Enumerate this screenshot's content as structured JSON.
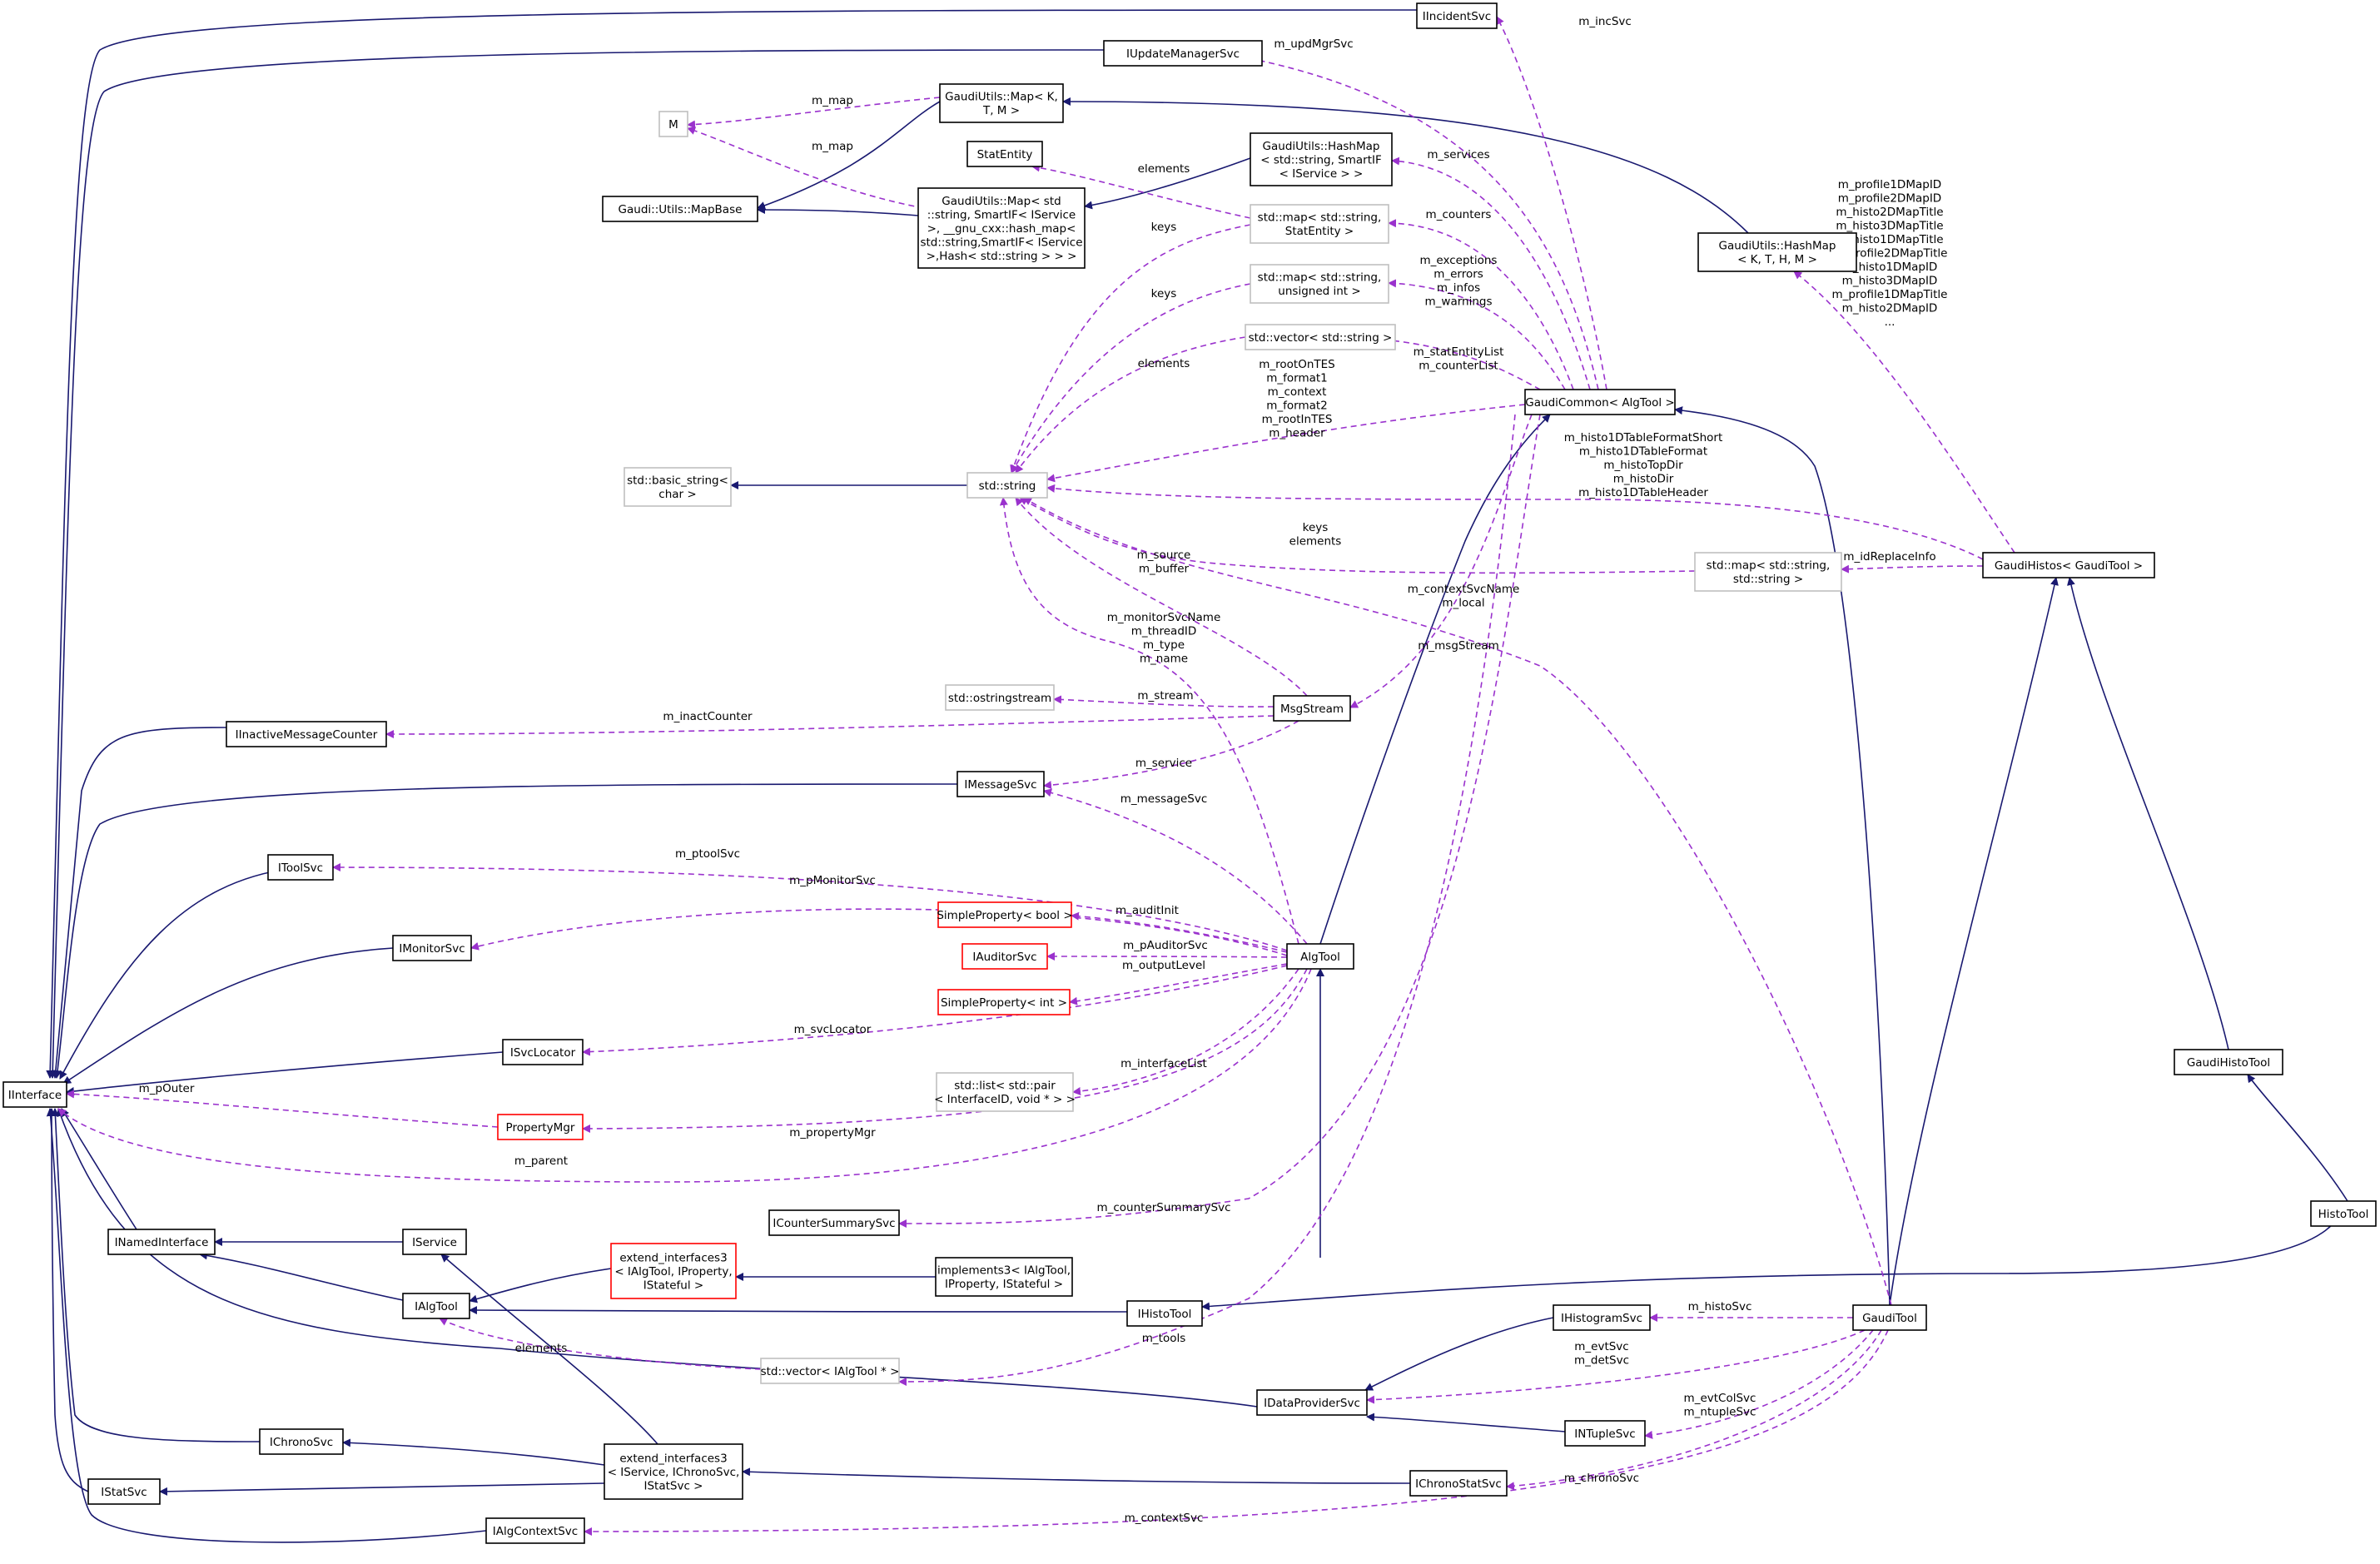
{
  "colors": {
    "inheritance_edge": "#191970",
    "usage_edge": "#9a32cd",
    "normal_border": "#000000",
    "external_border": "#bfbfbf",
    "truncated_border": "#ff0000",
    "highlight_fill": "#bfbfbf"
  },
  "nodes": [
    {
      "id": "IIncidentSvc",
      "lines": [
        "IIncidentSvc"
      ],
      "style": "normal"
    },
    {
      "id": "IUpdateManagerSvc",
      "lines": [
        "IUpdateManagerSvc"
      ],
      "style": "normal"
    },
    {
      "id": "M",
      "lines": [
        "M"
      ],
      "style": "external"
    },
    {
      "id": "MapKTM",
      "lines": [
        "GaudiUtils::Map< K,",
        "T, M >"
      ],
      "style": "normal"
    },
    {
      "id": "MapBase",
      "lines": [
        "Gaudi::Utils::MapBase"
      ],
      "style": "normal"
    },
    {
      "id": "MapStd",
      "lines": [
        "GaudiUtils::Map< std",
        "::string, SmartIF< IService",
        ">, __gnu_cxx::hash_map<",
        "std::string,SmartIF< IService",
        ">,Hash< std::string > > >"
      ],
      "style": "normal"
    },
    {
      "id": "StatEntity",
      "lines": [
        "StatEntity"
      ],
      "style": "normal"
    },
    {
      "id": "HashMapSvc",
      "lines": [
        "GaudiUtils::HashMap",
        "< std::string, SmartIF",
        "< IService > >"
      ],
      "style": "normal"
    },
    {
      "id": "MapStatEntity",
      "lines": [
        "std::map< std::string,",
        "StatEntity >"
      ],
      "style": "external"
    },
    {
      "id": "MapUInt",
      "lines": [
        "std::map< std::string,",
        "unsigned int >"
      ],
      "style": "external"
    },
    {
      "id": "VecString",
      "lines": [
        "std::vector< std::string >"
      ],
      "style": "external"
    },
    {
      "id": "HashMapKTHM",
      "lines": [
        "GaudiUtils::HashMap",
        "< K, T, H, M >"
      ],
      "style": "normal"
    },
    {
      "id": "GaudiCommon",
      "lines": [
        "GaudiCommon< AlgTool >"
      ],
      "style": "normal"
    },
    {
      "id": "BasicString",
      "lines": [
        "std::basic_string<",
        "char >"
      ],
      "style": "external"
    },
    {
      "id": "StdString",
      "lines": [
        "std::string"
      ],
      "style": "external"
    },
    {
      "id": "MapStringString",
      "lines": [
        "std::map< std::string,",
        "std::string >"
      ],
      "style": "external"
    },
    {
      "id": "GaudiHistos",
      "lines": [
        "GaudiHistos< GaudiTool >"
      ],
      "style": "normal"
    },
    {
      "id": "OStringStream",
      "lines": [
        "std::ostringstream"
      ],
      "style": "external"
    },
    {
      "id": "MsgStream",
      "lines": [
        "MsgStream"
      ],
      "style": "normal"
    },
    {
      "id": "IInactiveMessageCounter",
      "lines": [
        "IInactiveMessageCounter"
      ],
      "style": "normal"
    },
    {
      "id": "IMessageSvc",
      "lines": [
        "IMessageSvc"
      ],
      "style": "normal"
    },
    {
      "id": "IToolSvc",
      "lines": [
        "IToolSvc"
      ],
      "style": "normal"
    },
    {
      "id": "SimplePropertyBool",
      "lines": [
        "SimpleProperty< bool >"
      ],
      "style": "truncated"
    },
    {
      "id": "IMonitorSvc",
      "lines": [
        "IMonitorSvc"
      ],
      "style": "normal"
    },
    {
      "id": "IAuditorSvc",
      "lines": [
        "IAuditorSvc"
      ],
      "style": "truncated"
    },
    {
      "id": "AlgTool",
      "lines": [
        "AlgTool"
      ],
      "style": "normal"
    },
    {
      "id": "SimplePropertyInt",
      "lines": [
        "SimpleProperty< int >"
      ],
      "style": "truncated"
    },
    {
      "id": "ISvcLocator",
      "lines": [
        "ISvcLocator"
      ],
      "style": "normal"
    },
    {
      "id": "GaudiHistoTool",
      "lines": [
        "GaudiHistoTool"
      ],
      "style": "normal"
    },
    {
      "id": "ListPair",
      "lines": [
        "std::list< std::pair",
        "< InterfaceID, void * > >"
      ],
      "style": "external"
    },
    {
      "id": "IInterface",
      "lines": [
        "IInterface"
      ],
      "style": "normal"
    },
    {
      "id": "PropertyMgr",
      "lines": [
        "PropertyMgr"
      ],
      "style": "truncated"
    },
    {
      "id": "HistoTool",
      "lines": [
        "HistoTool"
      ],
      "style": "highlight"
    },
    {
      "id": "ICounterSummarySvc",
      "lines": [
        "ICounterSummarySvc"
      ],
      "style": "normal"
    },
    {
      "id": "INamedInterface",
      "lines": [
        "INamedInterface"
      ],
      "style": "normal"
    },
    {
      "id": "IService",
      "lines": [
        "IService"
      ],
      "style": "normal"
    },
    {
      "id": "ExtendInterfaces3A",
      "lines": [
        "extend_interfaces3",
        "< IAlgTool, IProperty,",
        "IStateful >"
      ],
      "style": "truncated"
    },
    {
      "id": "Implements3",
      "lines": [
        "implements3< IAlgTool,",
        "IProperty, IStateful >"
      ],
      "style": "normal"
    },
    {
      "id": "IAlgTool",
      "lines": [
        "IAlgTool"
      ],
      "style": "normal"
    },
    {
      "id": "IHistoTool",
      "lines": [
        "IHistoTool"
      ],
      "style": "normal"
    },
    {
      "id": "IHistogramSvc",
      "lines": [
        "IHistogramSvc"
      ],
      "style": "normal"
    },
    {
      "id": "GaudiTool",
      "lines": [
        "GaudiTool"
      ],
      "style": "normal"
    },
    {
      "id": "VecAlgTool",
      "lines": [
        "std::vector< IAlgTool * >"
      ],
      "style": "external"
    },
    {
      "id": "IDataProviderSvc",
      "lines": [
        "IDataProviderSvc"
      ],
      "style": "normal"
    },
    {
      "id": "INTupleSvc",
      "lines": [
        "INTupleSvc"
      ],
      "style": "normal"
    },
    {
      "id": "IChronoSvc",
      "lines": [
        "IChronoSvc"
      ],
      "style": "normal"
    },
    {
      "id": "ExtendInterfaces3B",
      "lines": [
        "extend_interfaces3",
        "< IService, IChronoSvc,",
        "IStatSvc >"
      ],
      "style": "normal"
    },
    {
      "id": "IChronoStatSvc",
      "lines": [
        "IChronoStatSvc"
      ],
      "style": "normal"
    },
    {
      "id": "IStatSvc",
      "lines": [
        "IStatSvc"
      ],
      "style": "normal"
    },
    {
      "id": "IAlgContextSvc",
      "lines": [
        "IAlgContextSvc"
      ],
      "style": "normal"
    }
  ],
  "edge_labels": {
    "m_incSvc": [
      "m_incSvc"
    ],
    "m_updMgrSvc": [
      "m_updMgrSvc"
    ],
    "m_map_1": [
      "m_map"
    ],
    "m_map_2": [
      "m_map"
    ],
    "elements_stat": [
      "elements"
    ],
    "m_services": [
      "m_services"
    ],
    "keys_1": [
      "keys"
    ],
    "m_counters": [
      "m_counters"
    ],
    "keys_2": [
      "keys"
    ],
    "m_exceptions": [
      "m_exceptions",
      "m_errors",
      "m_infos",
      "m_warnings"
    ],
    "elements_vec": [
      "elements"
    ],
    "m_statEntityList": [
      "m_statEntityList",
      "m_counterList"
    ],
    "m_profile_maps": [
      "m_profile1DMapID",
      "m_profile2DMapID",
      "m_histo2DMapTitle",
      "m_histo3DMapTitle",
      "m_histo1DMapTitle",
      "m_profile2DMapTitle",
      "m_histo1DMapID",
      "m_histo3DMapID",
      "m_profile1DMapTitle",
      "m_histo2DMapID",
      "..."
    ],
    "m_rootOnTES": [
      "m_rootOnTES",
      "m_format1",
      "m_context",
      "m_format2",
      "m_rootInTES",
      "m_header"
    ],
    "m_histo1DTable": [
      "m_histo1DTableFormatShort",
      "m_histo1DTableFormat",
      "m_histoTopDir",
      "m_histoDir",
      "m_histo1DTableHeader"
    ],
    "keys_elements": [
      "keys",
      "elements"
    ],
    "m_idReplaceInfo": [
      "m_idReplaceInfo"
    ],
    "m_source": [
      "m_source",
      "m_buffer"
    ],
    "m_contextSvcName": [
      "m_contextSvcName",
      "m_local"
    ],
    "m_monitorSvcName": [
      "m_monitorSvcName",
      "m_threadID",
      "m_type",
      "m_name"
    ],
    "m_msgStream": [
      "m_msgStream"
    ],
    "m_stream": [
      "m_stream"
    ],
    "m_inactCounter": [
      "m_inactCounter"
    ],
    "m_service": [
      "m_service"
    ],
    "m_messageSvc": [
      "m_messageSvc"
    ],
    "m_ptoolSvc": [
      "m_ptoolSvc"
    ],
    "m_pMonitorSvc": [
      "m_pMonitorSvc"
    ],
    "m_auditInit": [
      "m_auditInit"
    ],
    "m_pAuditorSvc": [
      "m_pAuditorSvc"
    ],
    "m_outputLevel": [
      "m_outputLevel"
    ],
    "m_svcLocator": [
      "m_svcLocator"
    ],
    "m_interfaceList": [
      "m_interfaceList"
    ],
    "m_pOuter": [
      "m_pOuter"
    ],
    "m_propertyMgr": [
      "m_propertyMgr"
    ],
    "m_parent": [
      "m_parent"
    ],
    "m_counterSummarySvc": [
      "m_counterSummarySvc"
    ],
    "m_histoSvc": [
      "m_histoSvc"
    ],
    "elements_algtool": [
      "elements"
    ],
    "m_evtSvc": [
      "m_evtSvc",
      "m_detSvc"
    ],
    "m_tools": [
      "m_tools"
    ],
    "m_evtColSvc": [
      "m_evtColSvc",
      "m_ntupleSvc"
    ],
    "m_chronoSvc": [
      "m_chronoSvc"
    ],
    "m_contextSvc": [
      "m_contextSvc"
    ]
  }
}
